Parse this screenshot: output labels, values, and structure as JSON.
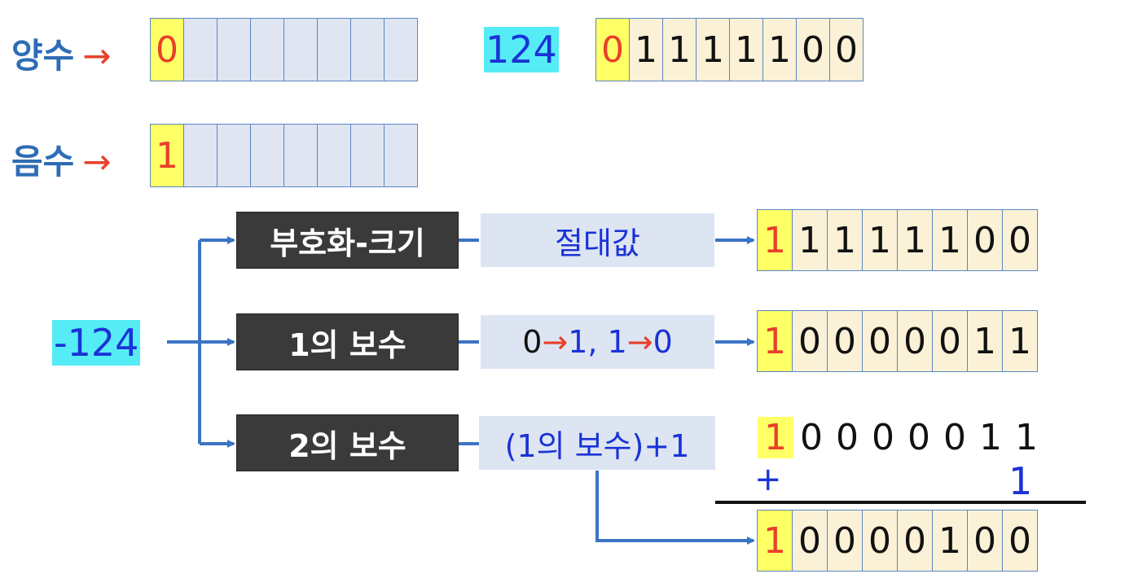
{
  "signs": {
    "positive": {
      "label": "양수",
      "arrow": "→",
      "bit": "0"
    },
    "negative": {
      "label": "음수",
      "arrow": "→",
      "bit": "1"
    }
  },
  "positive_example": {
    "value": "124",
    "bits": [
      "0",
      "1",
      "1",
      "1",
      "1",
      "1",
      "0",
      "0"
    ]
  },
  "negative_example": {
    "value": "-124"
  },
  "methods": [
    {
      "name": "부호화-크기",
      "desc": "절대값",
      "bits": [
        "1",
        "1",
        "1",
        "1",
        "1",
        "1",
        "0",
        "0"
      ]
    },
    {
      "name": "1의 보수",
      "desc_parts": [
        "0",
        "→",
        "1, 1",
        "→",
        "0"
      ],
      "bits": [
        "1",
        "0",
        "0",
        "0",
        "0",
        "0",
        "1",
        "1"
      ]
    },
    {
      "name": "2의 보수",
      "desc": "(1의 보수)+1",
      "addend_bits": [
        "1",
        "0",
        "0",
        "0",
        "0",
        "0",
        "1",
        "1"
      ],
      "plus": "+",
      "one": "1",
      "bits": [
        "1",
        "0",
        "0",
        "0",
        "0",
        "1",
        "0",
        "0"
      ]
    }
  ],
  "colors": {
    "label_blue": "#2e6db4",
    "arrow_red": "#e8402a",
    "sign_yellow": "#ffff66",
    "empty_cell": "#dfe6f1",
    "bit_cell": "#fbf1d6",
    "value_cyan": "#55ecf6",
    "dark_box": "#3a3a3a",
    "desc_box": "#dde5f3",
    "connector": "#3a74c4"
  }
}
